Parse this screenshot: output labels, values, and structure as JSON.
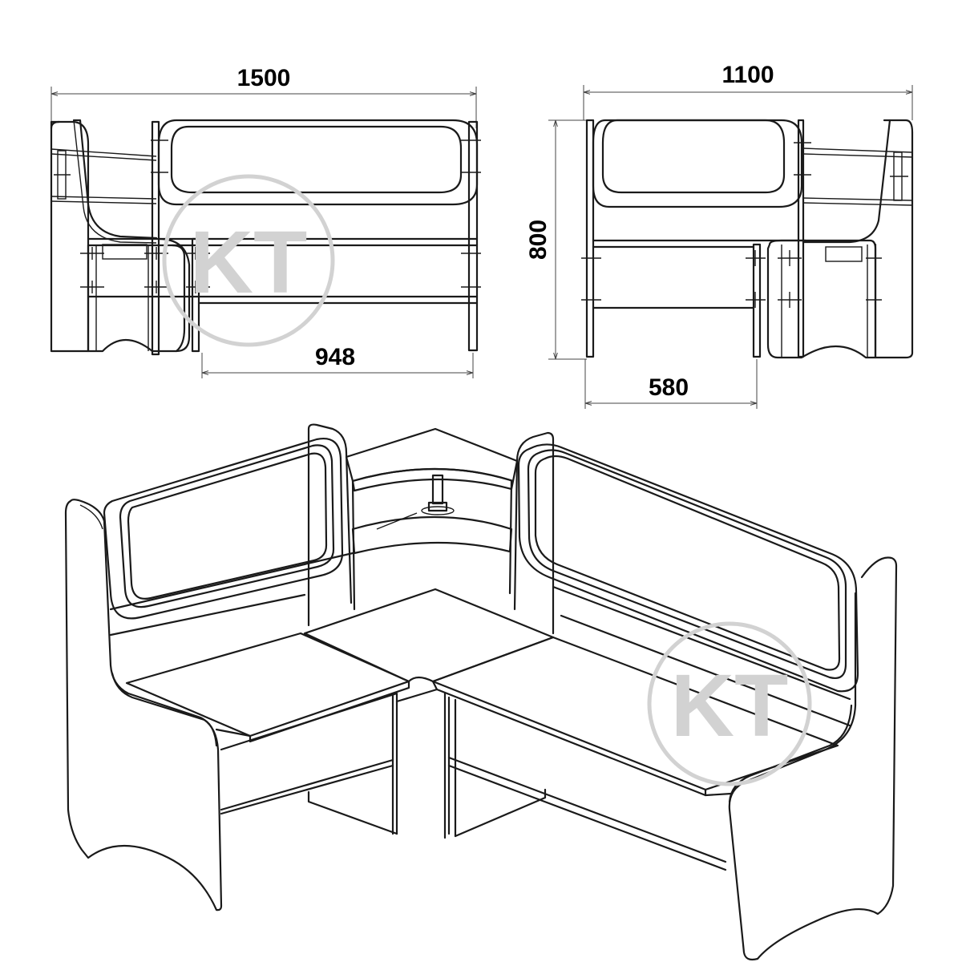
{
  "dimensions": {
    "front_total_width": "1500",
    "front_seat_width": "948",
    "side_total_width": "1100",
    "side_height": "800",
    "side_seat_depth": "580"
  },
  "watermark": {
    "logo_text": "KT",
    "color": "#d2d2d2"
  },
  "line_color": "#1a1a1a"
}
